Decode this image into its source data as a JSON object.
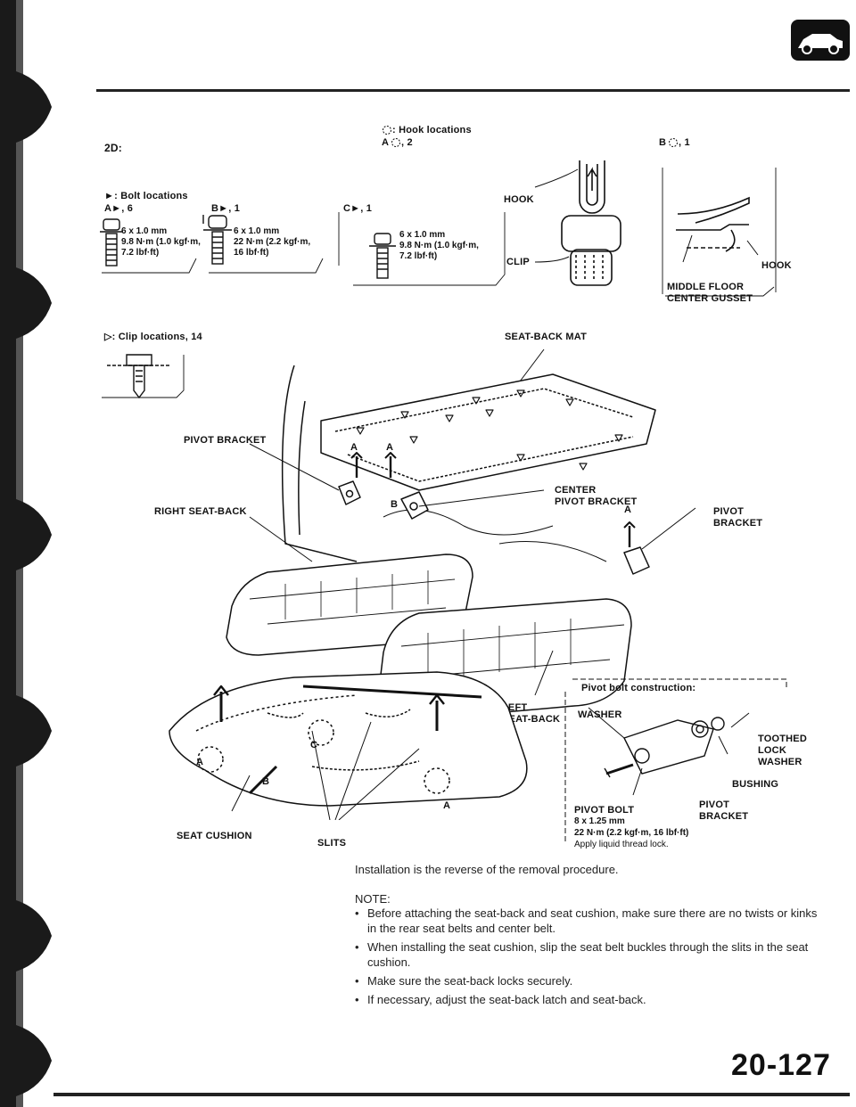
{
  "model": "2D:",
  "legend": {
    "hook": ": Hook locations",
    "hook_a": "A",
    "hook_a_count": ", 2",
    "hook_b": "B",
    "hook_b_count": ", 1",
    "bolt": "►: Bolt locations",
    "bolt_a": "A►, 6",
    "bolt_b": "B►, 1",
    "bolt_c": "C►, 1",
    "clip": "▷: Clip locations, 14"
  },
  "bolts": {
    "a": {
      "size": "6 x 1.0 mm",
      "torque": "9.8 N·m (1.0 kgf·m,",
      "imperial": "7.2 lbf·ft)"
    },
    "b": {
      "size": "6 x 1.0 mm",
      "torque": "22 N·m (2.2 kgf·m,",
      "imperial": "16 lbf·ft)"
    },
    "c": {
      "size": "6 x 1.0 mm",
      "torque": "9.8 N·m (1.0 kgf·m,",
      "imperial": "7.2 lbf·ft)"
    }
  },
  "hook_detail": {
    "hook": "HOOK",
    "clip": "CLIP",
    "hook2": "HOOK",
    "floor": "MIDDLE FLOOR",
    "gusset": "CENTER GUSSET"
  },
  "labels": {
    "seat_back_mat": "SEAT-BACK MAT",
    "pivot_bracket_left": "PIVOT BRACKET",
    "right_seat_back": "RIGHT SEAT-BACK",
    "center_pivot_1": "CENTER",
    "center_pivot_2": "PIVOT BRACKET",
    "pivot_right_1": "PIVOT",
    "pivot_right_2": "BRACKET",
    "left_seat_back_1": "LEFT",
    "left_seat_back_2": "SEAT-BACK",
    "seat_cushion": "SEAT CUSHION",
    "slits": "SLITS"
  },
  "pivot_construction": {
    "title": "Pivot bolt construction:",
    "washer": "WASHER",
    "toothed": "TOOTHED",
    "lock": "LOCK",
    "washer2": "WASHER",
    "bushing": "BUSHING",
    "pivot_bolt": "PIVOT BOLT",
    "pivot_bracket_1": "PIVOT",
    "pivot_bracket_2": "BRACKET",
    "bolt_size": "8 x 1.25 mm",
    "bolt_torque": "22 N·m (2.2 kgf·m, 16 lbf·ft)",
    "thread_lock": "Apply liquid thread lock."
  },
  "install_text": "Installation is the reverse of the removal procedure.",
  "note_title": "NOTE:",
  "notes": [
    "Before attaching the seat-back and seat cushion, make sure there are no twists or kinks in the rear seat belts and center belt.",
    "When installing the seat cushion, slip the seat belt buckles through the slits in the seat cushion.",
    "Make sure the seat-back locks securely.",
    "If necessary, adjust the seat-back latch and seat-back."
  ],
  "page_number": "20-127",
  "callout_letters": {
    "a": "A",
    "b": "B",
    "c": "C"
  }
}
